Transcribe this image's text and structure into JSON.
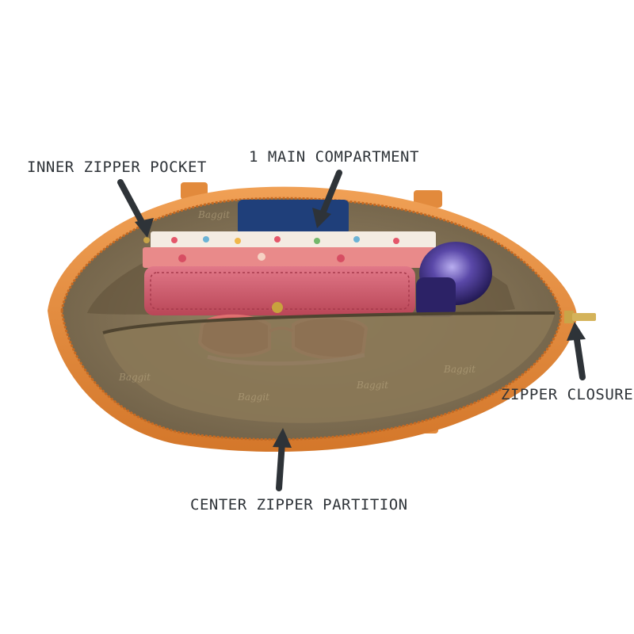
{
  "callouts": {
    "inner_zipper_pocket": "INNER ZIPPER POCKET",
    "main_compartment": "1 MAIN COMPARTMENT",
    "zipper_closure": "ZIPPER CLOSURE",
    "center_zipper_partition": "CENTER ZIPPER PARTITION"
  },
  "colors": {
    "bag_leather": "#e28a3c",
    "lining": "#8b7a5e",
    "wallet": "#cf5a6c",
    "bottle": "#4a3a8c",
    "arrow": "#2e3338"
  }
}
